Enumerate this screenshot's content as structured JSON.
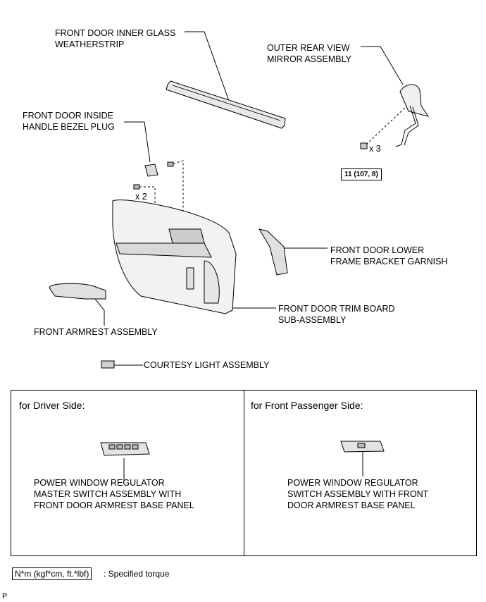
{
  "labels": {
    "inner_glass": [
      "FRONT DOOR INNER GLASS",
      "WEATHERSTRIP"
    ],
    "mirror": [
      "OUTER REAR VIEW",
      "MIRROR ASSEMBLY"
    ],
    "bezel_plug": [
      "FRONT DOOR INSIDE",
      "HANDLE BEZEL PLUG"
    ],
    "lower_frame": [
      "FRONT DOOR LOWER",
      "FRAME BRACKET GARNISH"
    ],
    "trim_board": [
      "FRONT DOOR TRIM BOARD",
      "SUB-ASSEMBLY"
    ],
    "armrest": "FRONT ARMREST ASSEMBLY",
    "courtesy_light": "COURTESY LIGHT ASSEMBLY"
  },
  "quantities": {
    "mirror_bolts": "x 3",
    "trim_screws": "x 2"
  },
  "torque_value": "11 (107, 8)",
  "panels": {
    "driver": {
      "heading": "for Driver Side:",
      "part": [
        "POWER WINDOW REGULATOR",
        "MASTER SWITCH ASSEMBLY WITH",
        "FRONT DOOR ARMREST BASE PANEL"
      ]
    },
    "passenger": {
      "heading": "for Front Passenger Side:",
      "part": [
        "POWER WINDOW REGULATOR",
        "SWITCH ASSEMBLY WITH FRONT",
        "DOOR ARMREST BASE PANEL"
      ]
    }
  },
  "legend": {
    "key": "N*m (kgf*cm, ft.*lbf)",
    "text": ": Specified torque"
  },
  "corner_mark": "P"
}
